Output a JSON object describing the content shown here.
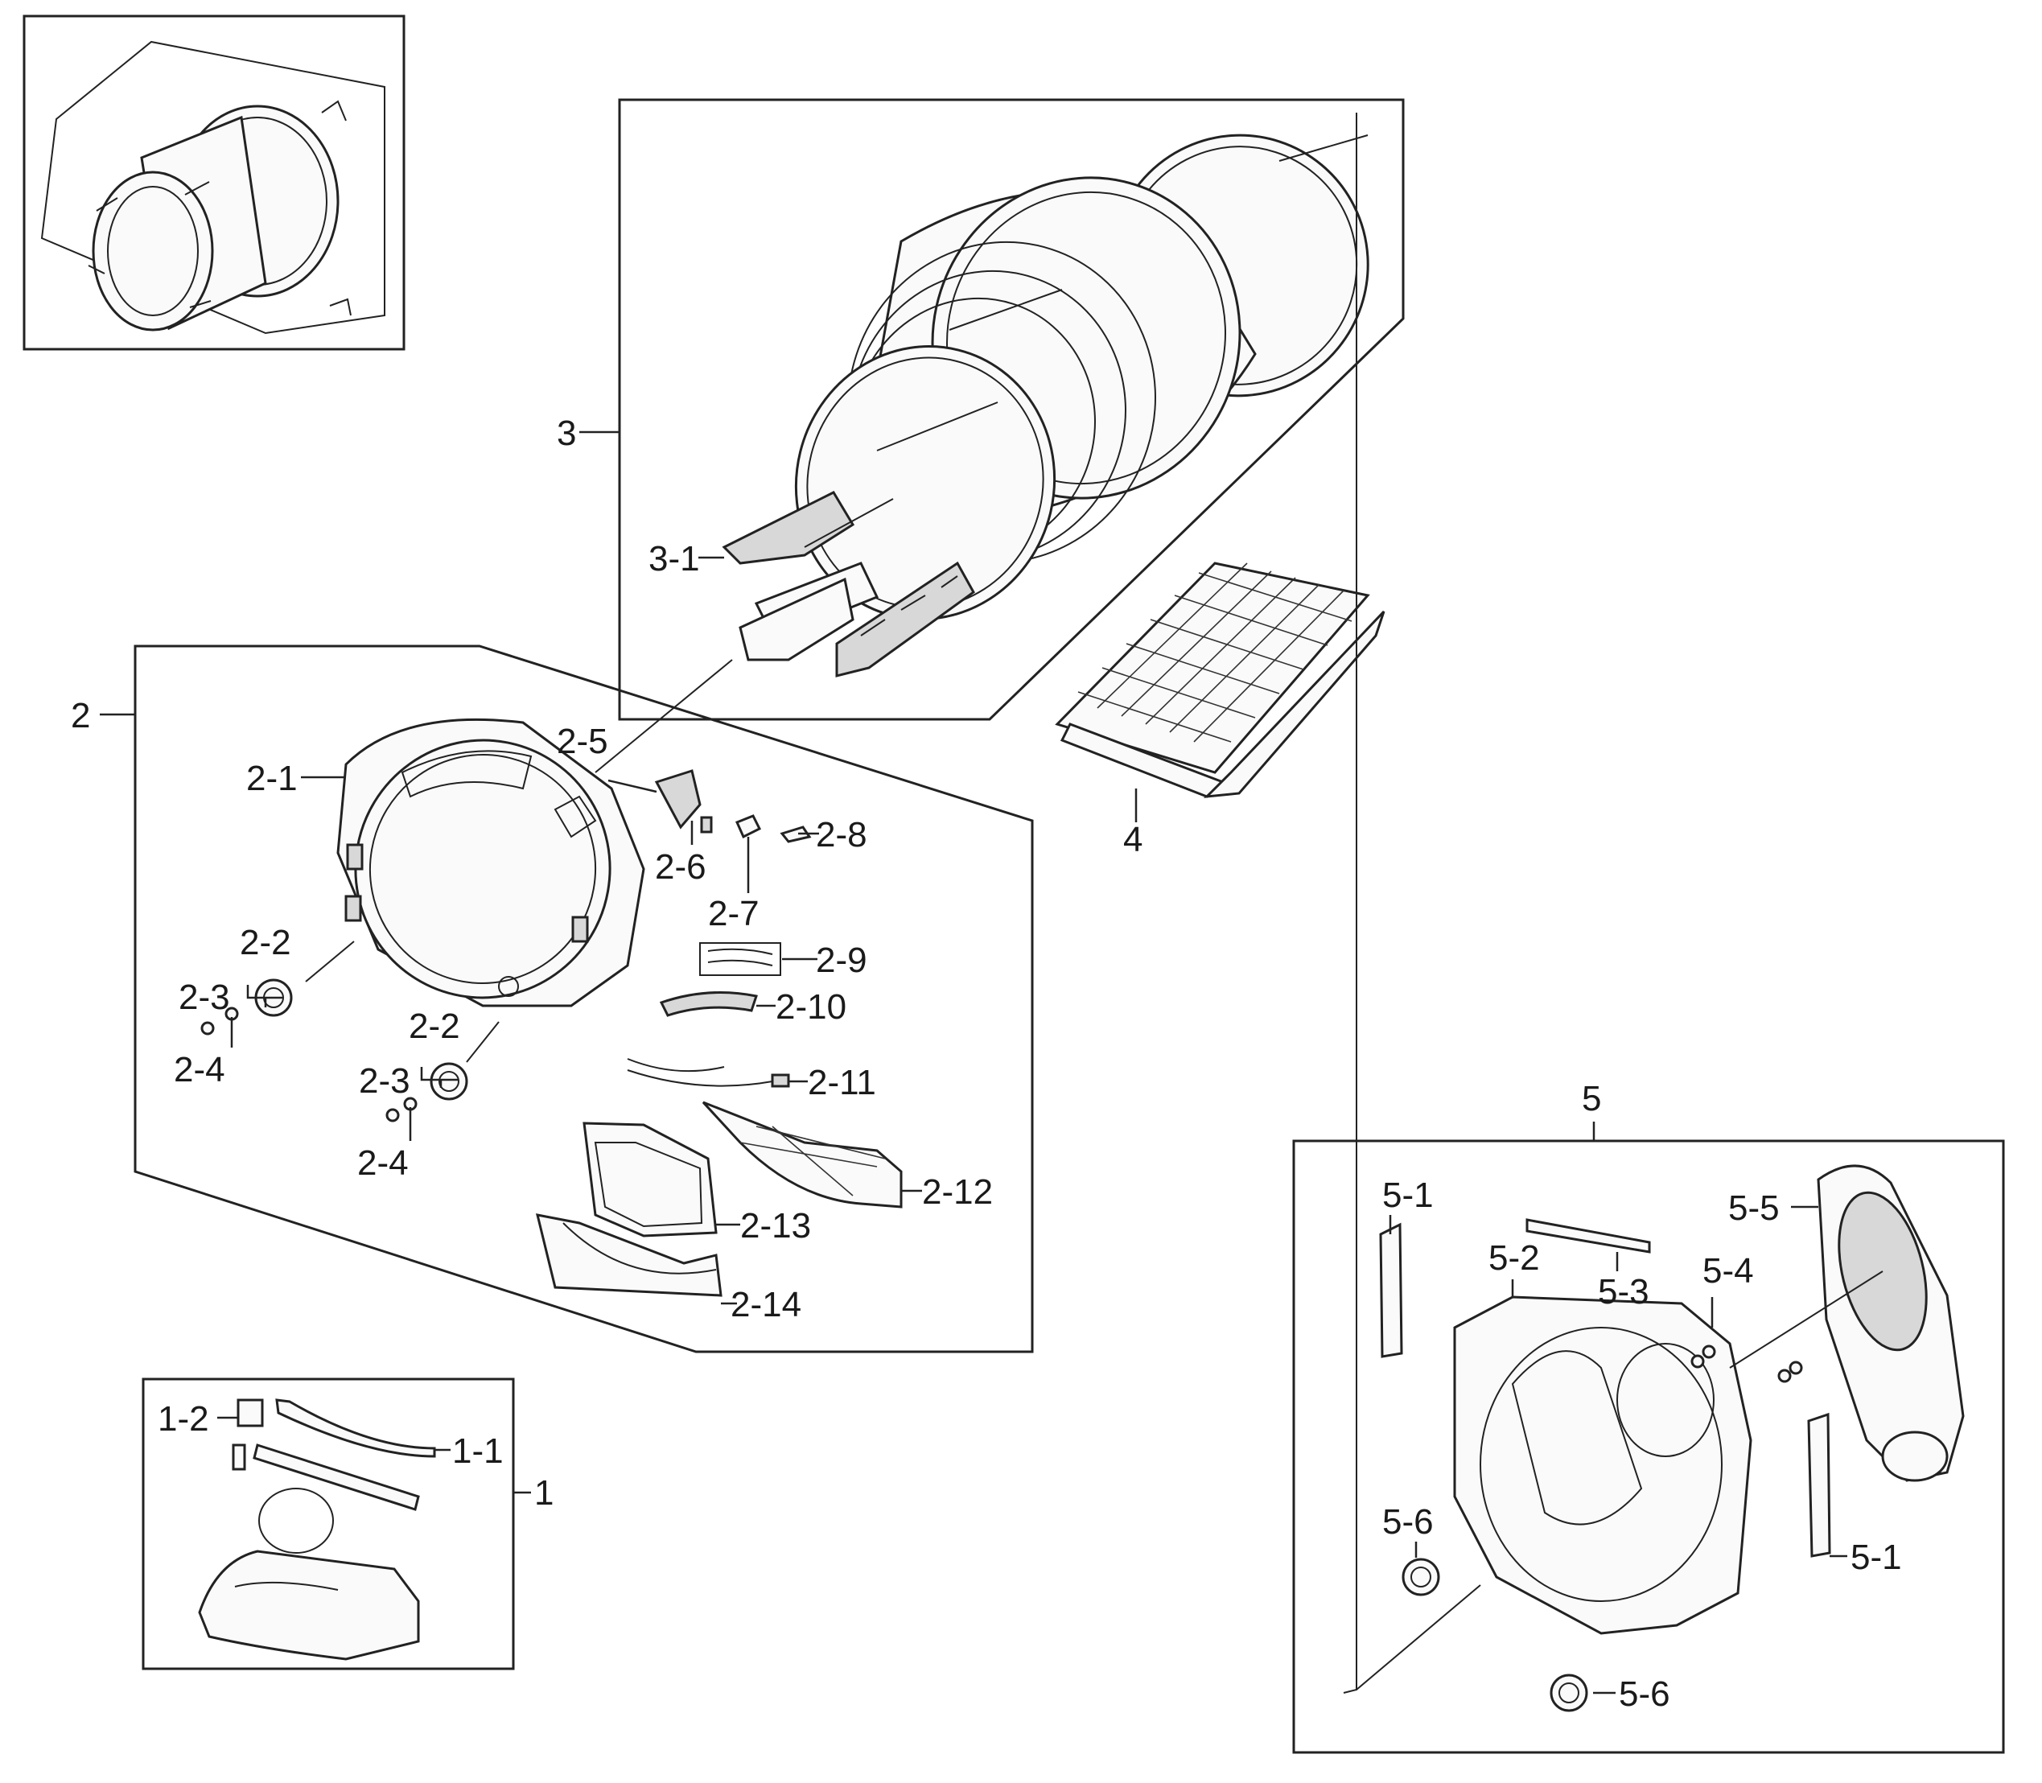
{
  "callouts": [
    {
      "id": "c1",
      "text": "1"
    },
    {
      "id": "c1_1",
      "text": "1-1"
    },
    {
      "id": "c1_2",
      "text": "1-2"
    },
    {
      "id": "c2",
      "text": "2"
    },
    {
      "id": "c2_1",
      "text": "2-1"
    },
    {
      "id": "c2_2a",
      "text": "2-2"
    },
    {
      "id": "c2_2b",
      "text": "2-2"
    },
    {
      "id": "c2_3a",
      "text": "2-3"
    },
    {
      "id": "c2_3b",
      "text": "2-3"
    },
    {
      "id": "c2_4a",
      "text": "2-4"
    },
    {
      "id": "c2_4b",
      "text": "2-4"
    },
    {
      "id": "c2_5",
      "text": "2-5"
    },
    {
      "id": "c2_6",
      "text": "2-6"
    },
    {
      "id": "c2_7",
      "text": "2-7"
    },
    {
      "id": "c2_8",
      "text": "2-8"
    },
    {
      "id": "c2_9",
      "text": "2-9"
    },
    {
      "id": "c2_10",
      "text": "2-10"
    },
    {
      "id": "c2_11",
      "text": "2-11"
    },
    {
      "id": "c2_12",
      "text": "2-12"
    },
    {
      "id": "c2_13",
      "text": "2-13"
    },
    {
      "id": "c2_14",
      "text": "2-14"
    },
    {
      "id": "c3",
      "text": "3"
    },
    {
      "id": "c3_1",
      "text": "3-1"
    },
    {
      "id": "c4",
      "text": "4"
    },
    {
      "id": "c5",
      "text": "5"
    },
    {
      "id": "c5_1a",
      "text": "5-1"
    },
    {
      "id": "c5_1b",
      "text": "5-1"
    },
    {
      "id": "c5_2",
      "text": "5-2"
    },
    {
      "id": "c5_3",
      "text": "5-3"
    },
    {
      "id": "c5_4",
      "text": "5-4"
    },
    {
      "id": "c5_5",
      "text": "5-5"
    },
    {
      "id": "c5_6a",
      "text": "5-6"
    },
    {
      "id": "c5_6b",
      "text": "5-6"
    }
  ]
}
